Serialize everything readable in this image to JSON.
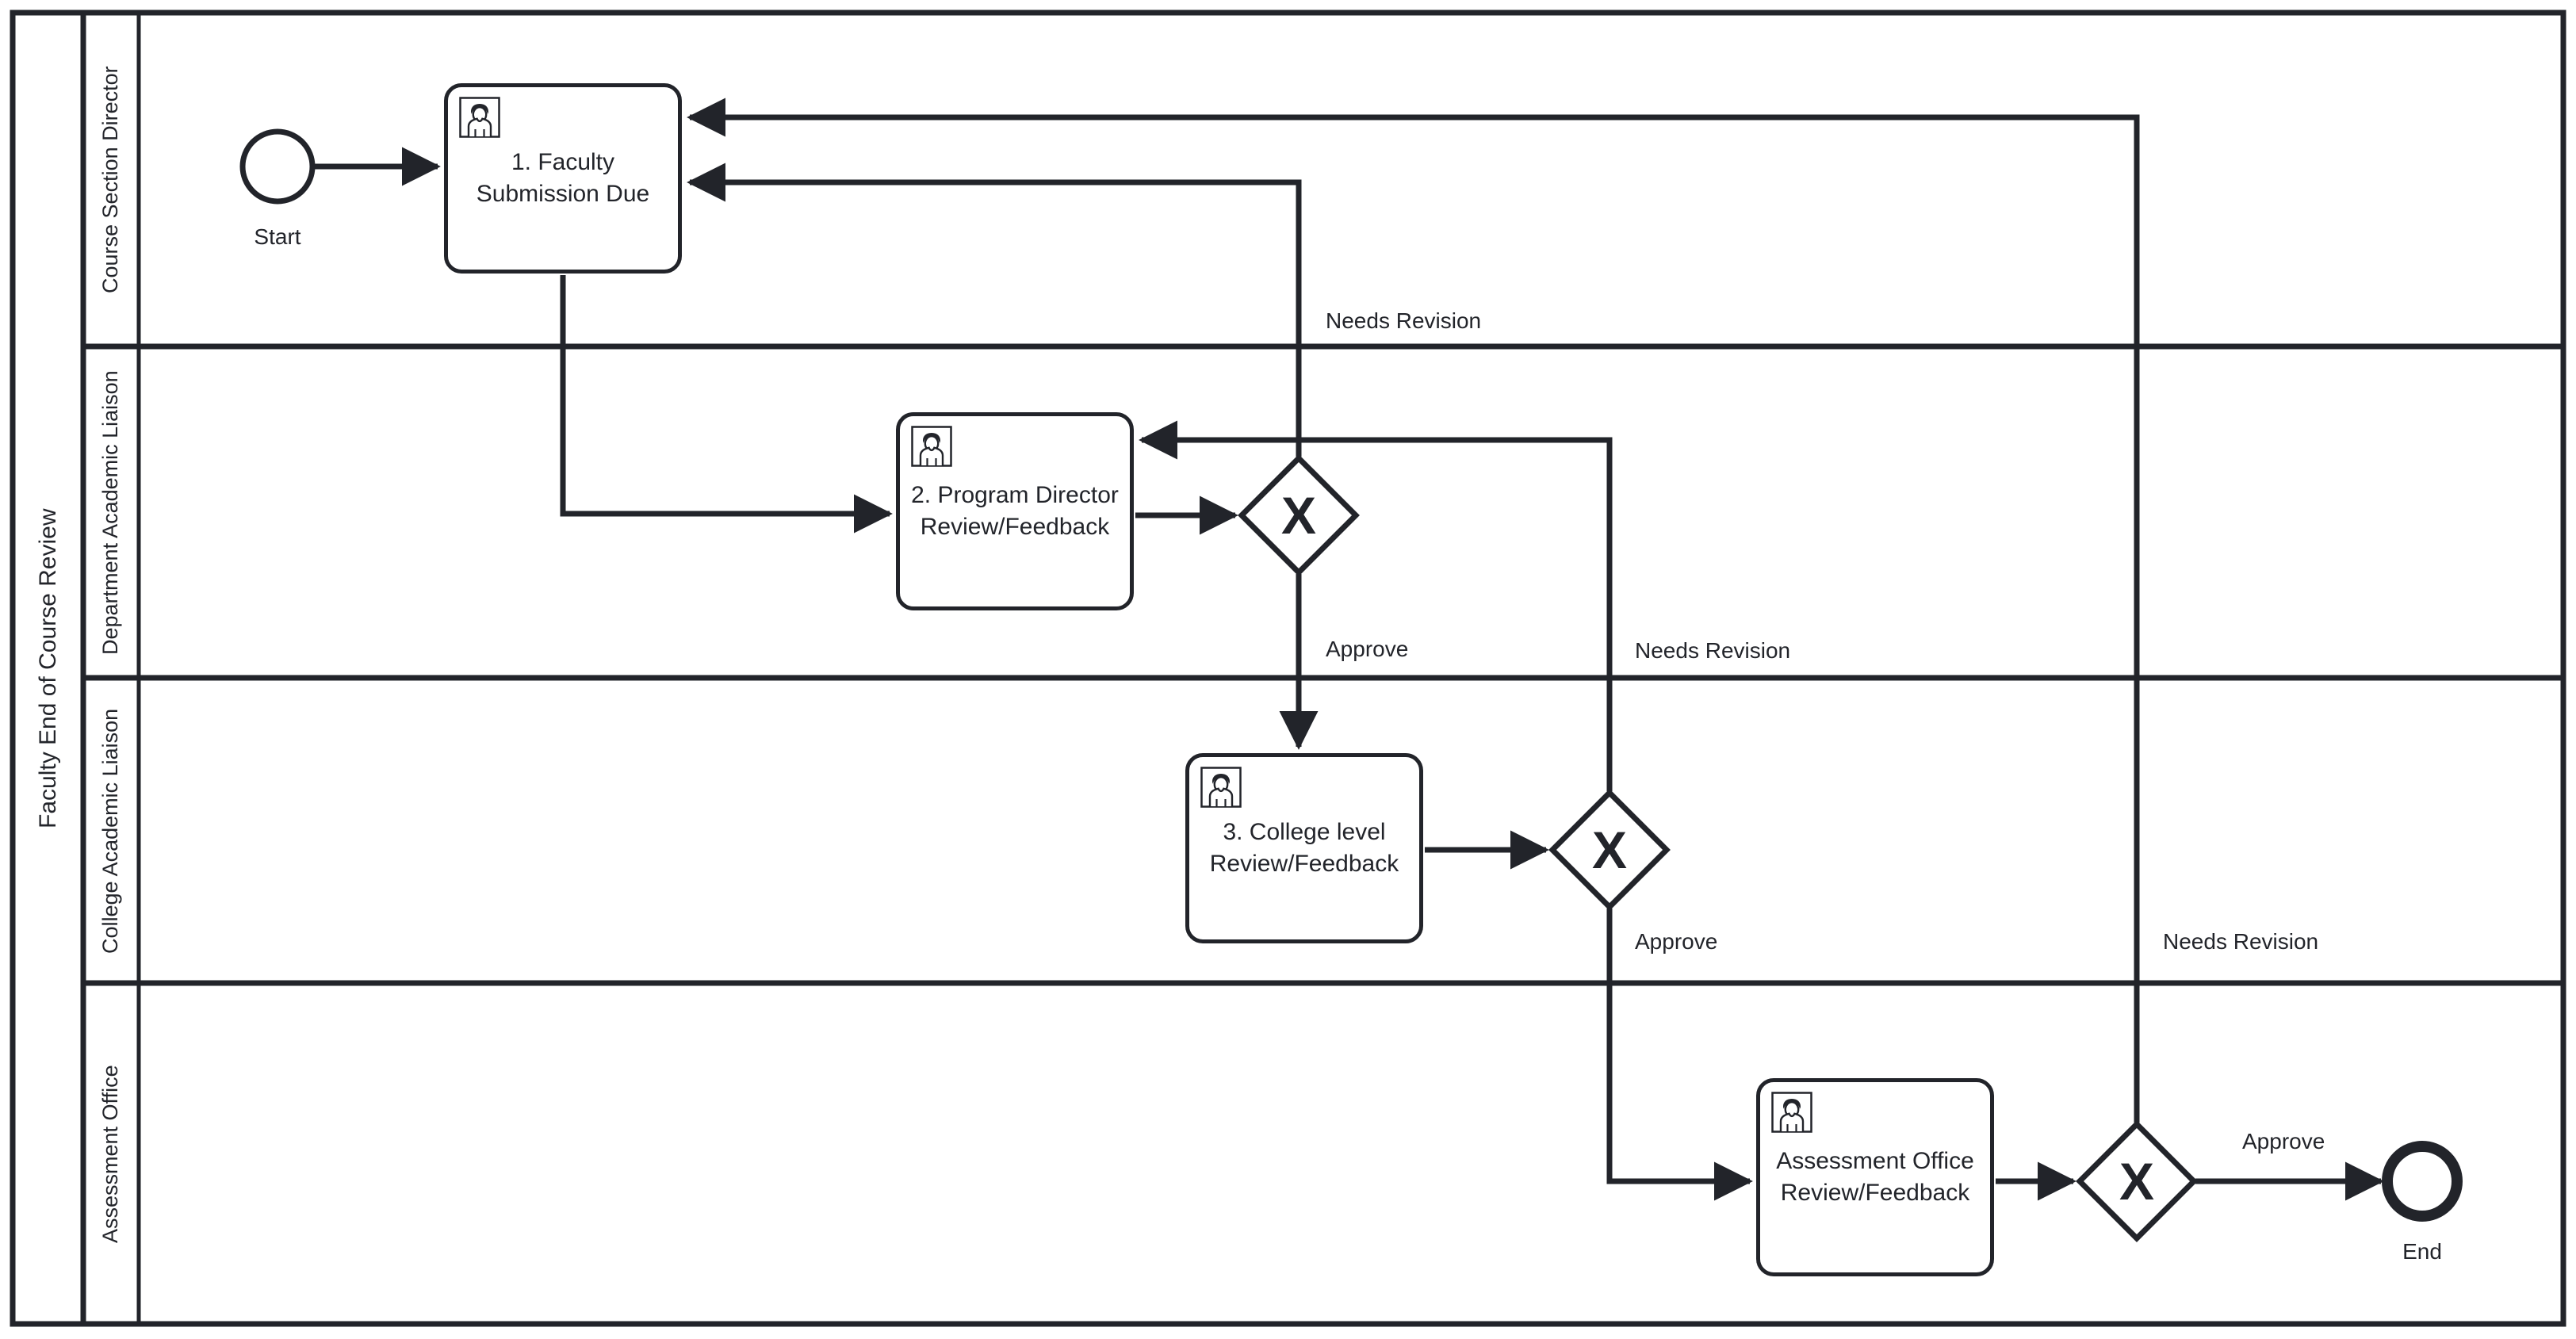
{
  "diagram": {
    "type": "bpmn-process",
    "pool": {
      "label": "Faculty End of Course Review"
    },
    "lanes": [
      {
        "id": "lane-course-section-director",
        "label": "Course Section Director"
      },
      {
        "id": "lane-department-academic-liaison",
        "label": "Department Academic Liaison"
      },
      {
        "id": "lane-college-academic-liaison",
        "label": "College Academic Liaison"
      },
      {
        "id": "lane-assessment-office",
        "label": "Assessment Office"
      }
    ],
    "events": [
      {
        "id": "start-event",
        "label": "Start",
        "kind": "start"
      },
      {
        "id": "end-event",
        "label": "End",
        "kind": "end"
      }
    ],
    "tasks": [
      {
        "id": "task-1",
        "label": "1. Faculty Submission Due",
        "lane": "lane-course-section-director",
        "icon": "user-task-icon"
      },
      {
        "id": "task-2",
        "label": "2. Program Director Review/Feedback",
        "lane": "lane-department-academic-liaison",
        "icon": "user-task-icon"
      },
      {
        "id": "task-3",
        "label": "3. College level Review/Feedback",
        "lane": "lane-college-academic-liaison",
        "icon": "user-task-icon"
      },
      {
        "id": "task-4",
        "label": "Assessment Office Review/Feedback",
        "lane": "lane-assessment-office",
        "icon": "user-task-icon"
      }
    ],
    "gateways": [
      {
        "id": "gateway-1",
        "symbol": "X",
        "kind": "exclusive",
        "lane": "lane-department-academic-liaison"
      },
      {
        "id": "gateway-2",
        "symbol": "X",
        "kind": "exclusive",
        "lane": "lane-college-academic-liaison"
      },
      {
        "id": "gateway-3",
        "symbol": "X",
        "kind": "exclusive",
        "lane": "lane-assessment-office"
      }
    ],
    "flow_labels": [
      {
        "id": "flow-label-needs-revision-1",
        "text": "Needs Revision"
      },
      {
        "id": "flow-label-approve-1",
        "text": "Approve"
      },
      {
        "id": "flow-label-needs-revision-2",
        "text": "Needs Revision"
      },
      {
        "id": "flow-label-approve-2",
        "text": "Approve"
      },
      {
        "id": "flow-label-needs-revision-3",
        "text": "Needs Revision"
      },
      {
        "id": "flow-label-approve-3",
        "text": "Approve"
      }
    ],
    "colors": {
      "stroke": "#22242a",
      "fill": "#ffffff"
    }
  }
}
